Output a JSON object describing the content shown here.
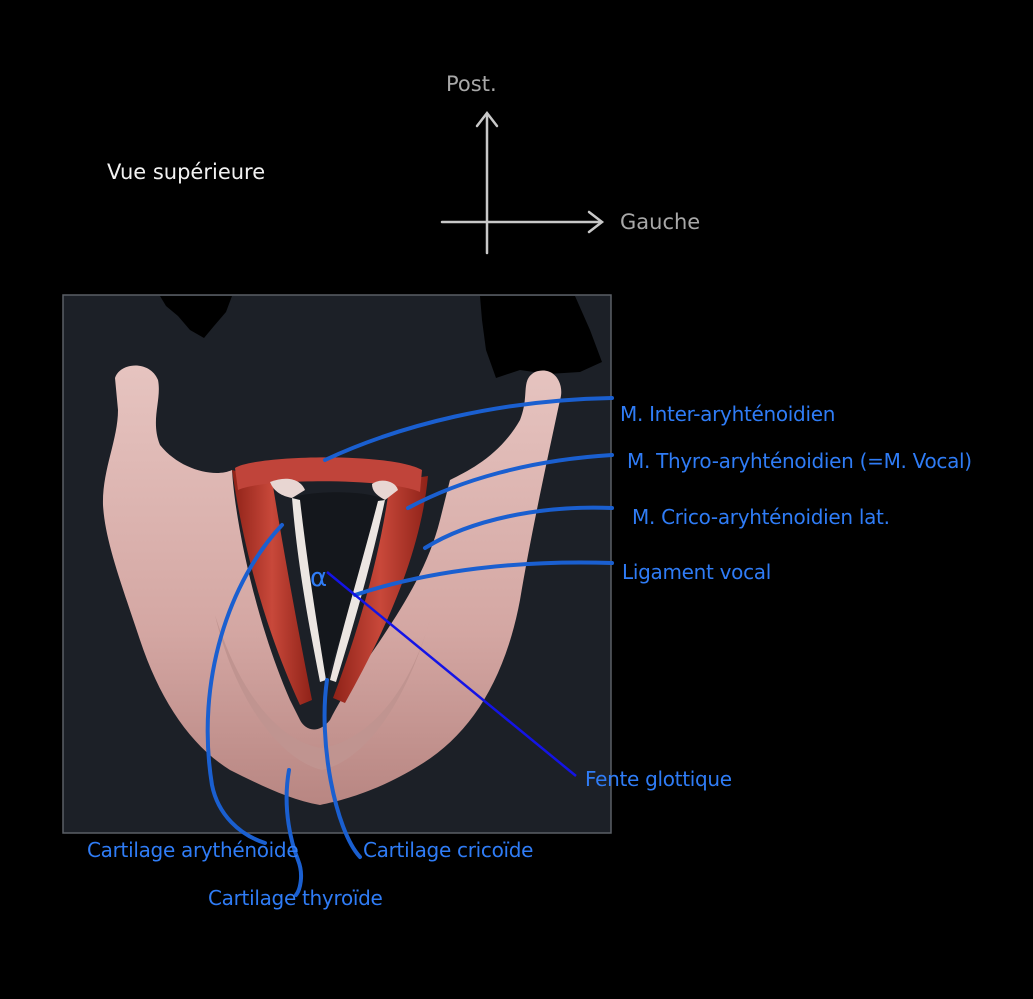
{
  "title": "Vue supérieure",
  "axes": {
    "up": "Post.",
    "right": "Gauche"
  },
  "labels": {
    "inter_arytenoid": "M. Inter-aryhténoidien",
    "thyro_arytenoid": "M. Thyro-aryhténoidien (=M. Vocal)",
    "crico_arytenoid": "M. Crico-aryhténoidien lat.",
    "vocal_ligament": "Ligament vocal",
    "glottic_slit": "Fente glottique",
    "arytenoid_cartilage": "Cartilage arythénoide",
    "cricoid_cartilage": "Cartilage cricoïde",
    "thyroid_cartilage": "Cartilage thyroïde"
  },
  "glottis_symbol": "α",
  "colors": {
    "label_blue": "#2f7cf6",
    "glottis_line": "#1414e6",
    "muscle_red": "#b5362a",
    "cartilage_pink": "#d9b0ac"
  }
}
